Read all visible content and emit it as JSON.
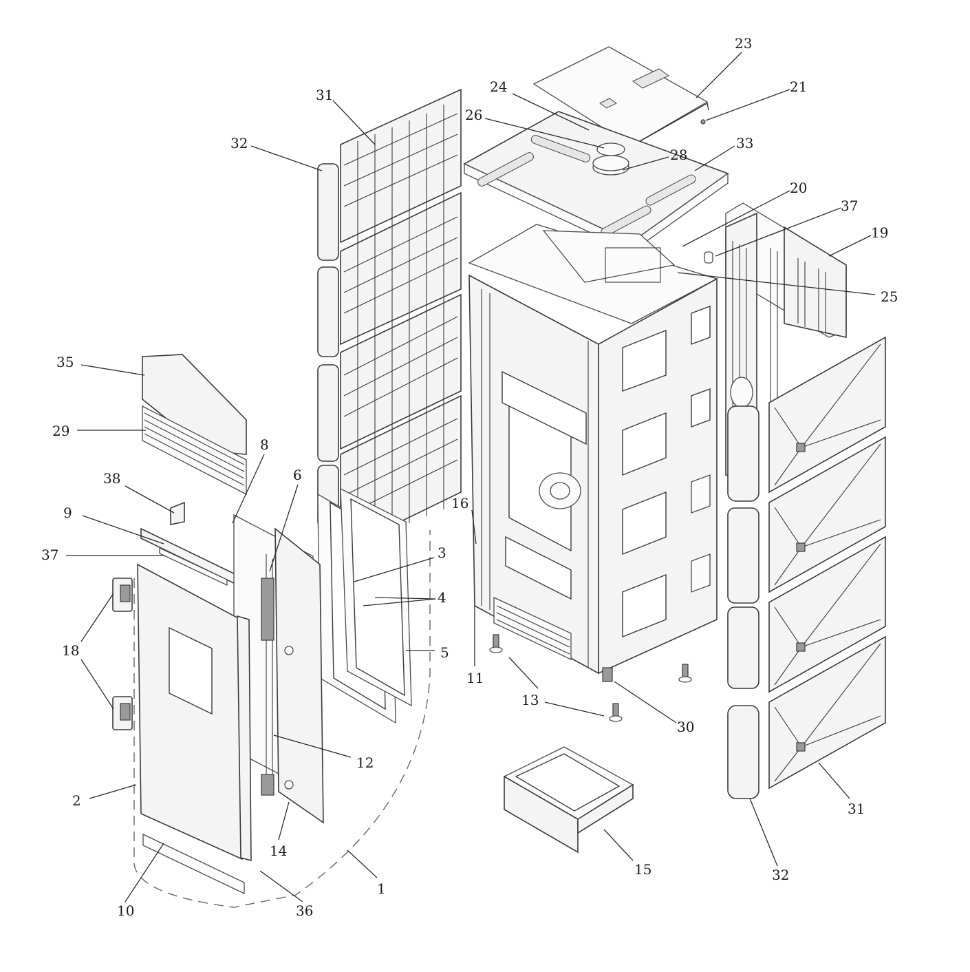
{
  "callouts": [
    {
      "id": "c23a",
      "label": "23"
    },
    {
      "id": "c21",
      "label": "21"
    },
    {
      "id": "c24",
      "label": "24"
    },
    {
      "id": "c31a",
      "label": "31"
    },
    {
      "id": "c26",
      "label": "26"
    },
    {
      "id": "c28",
      "label": "28"
    },
    {
      "id": "c33",
      "label": "33"
    },
    {
      "id": "c32a",
      "label": "32"
    },
    {
      "id": "c20",
      "label": "20"
    },
    {
      "id": "c37a",
      "label": "37"
    },
    {
      "id": "c19",
      "label": "19"
    },
    {
      "id": "c25",
      "label": "25"
    },
    {
      "id": "c35",
      "label": "35"
    },
    {
      "id": "c29",
      "label": "29"
    },
    {
      "id": "c8",
      "label": "8"
    },
    {
      "id": "c6",
      "label": "6"
    },
    {
      "id": "c38",
      "label": "38"
    },
    {
      "id": "c16",
      "label": "16"
    },
    {
      "id": "c9",
      "label": "9"
    },
    {
      "id": "c3",
      "label": "3"
    },
    {
      "id": "c37b",
      "label": "37"
    },
    {
      "id": "c4",
      "label": "4"
    },
    {
      "id": "c18",
      "label": "18"
    },
    {
      "id": "c5",
      "label": "5"
    },
    {
      "id": "c11",
      "label": "11"
    },
    {
      "id": "c13",
      "label": "13"
    },
    {
      "id": "c30",
      "label": "30"
    },
    {
      "id": "c12",
      "label": "12"
    },
    {
      "id": "c2",
      "label": "2"
    },
    {
      "id": "c31b",
      "label": "31"
    },
    {
      "id": "c14",
      "label": "14"
    },
    {
      "id": "c15",
      "label": "15"
    },
    {
      "id": "c1",
      "label": "1"
    },
    {
      "id": "c32b",
      "label": "32"
    },
    {
      "id": "c10",
      "label": "10"
    },
    {
      "id": "c36",
      "label": "36"
    }
  ]
}
